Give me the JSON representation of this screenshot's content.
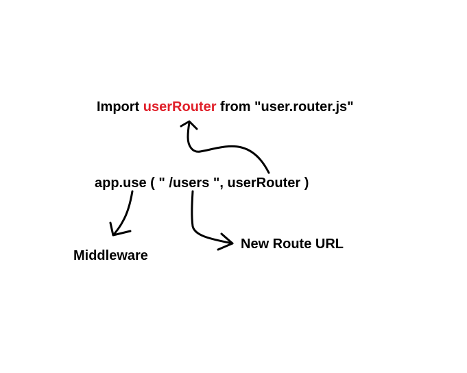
{
  "import_statement": {
    "keyword": "Import",
    "router_name": "userRouter",
    "from_clause": "from \"user.router.js\"",
    "highlight_color": "#e0202a"
  },
  "app_use_statement": {
    "text": "app.use ( \" /users \", userRouter )"
  },
  "labels": {
    "middleware": "Middleware",
    "new_route_url": "New Route URL"
  }
}
